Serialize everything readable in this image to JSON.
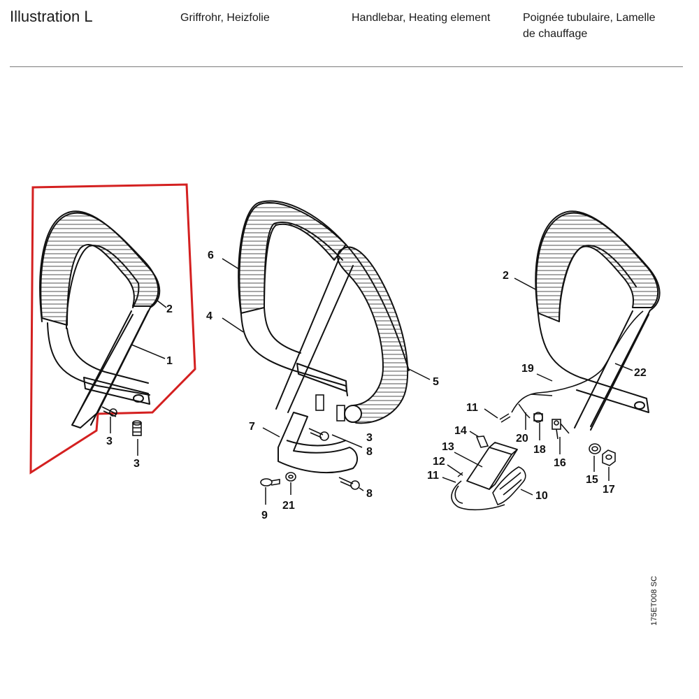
{
  "header": {
    "title": "Illustration  L",
    "de": "Griffrohr, Heizfolie",
    "en": "Handlebar, Heating element",
    "fr_line1": "Poignée tubulaire, Lamelle",
    "fr_line2": "de chauffage"
  },
  "drawing_code": "175ET008 SC",
  "callouts": {
    "g1_2": "2",
    "g1_1": "1",
    "g1_3a": "3",
    "g1_3b": "3",
    "g2_6": "6",
    "g2_4": "4",
    "g2_5": "5",
    "g2_7": "7",
    "g2_3": "3",
    "g2_8a": "8",
    "g2_8b": "8",
    "g2_9": "9",
    "g2_21": "21",
    "g3_2": "2",
    "g3_22": "22",
    "g3_19": "19",
    "g3_11a": "11",
    "g3_20": "20",
    "g3_18": "18",
    "g3_16": "16",
    "g3_14": "14",
    "g3_13": "13",
    "g3_12": "12",
    "g3_11b": "11",
    "g3_10": "10",
    "g3_15": "15",
    "g3_17": "17"
  },
  "colors": {
    "highlight": "#d42020",
    "ink": "#111111",
    "rule": "#7a7a7a"
  }
}
